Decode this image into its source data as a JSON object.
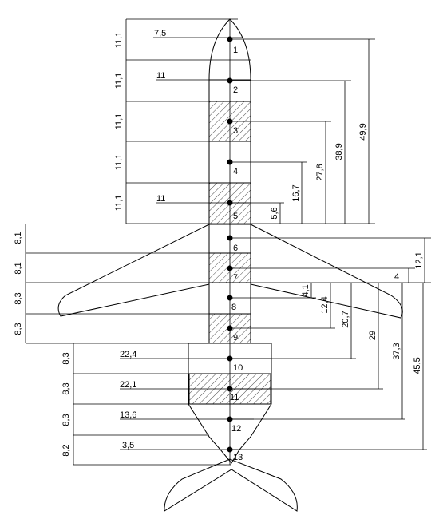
{
  "stations": [
    "1",
    "2",
    "3",
    "4",
    "5",
    "6",
    "7",
    "8",
    "9",
    "10",
    "11",
    "12",
    "13"
  ],
  "widths": {
    "station_1": "7,5",
    "station_2": "11",
    "station_5": "11",
    "station_10": "22,4",
    "station_11": "22,1",
    "station_12": "13,6",
    "station_13": "3,5"
  },
  "segments_left": [
    "11,1",
    "11,1",
    "11,1",
    "11,1",
    "11,1",
    "8,1",
    "8,1",
    "8,3",
    "8,3",
    "8,3",
    "8,3",
    "8,3",
    "8,2"
  ],
  "distances_upper": [
    "49,9",
    "38,9",
    "27,8",
    "16,7",
    "5,6"
  ],
  "distances_lower": [
    "12,1",
    "4",
    "4,1",
    "12,4",
    "20,7",
    "29",
    "37,3",
    "45,5"
  ]
}
